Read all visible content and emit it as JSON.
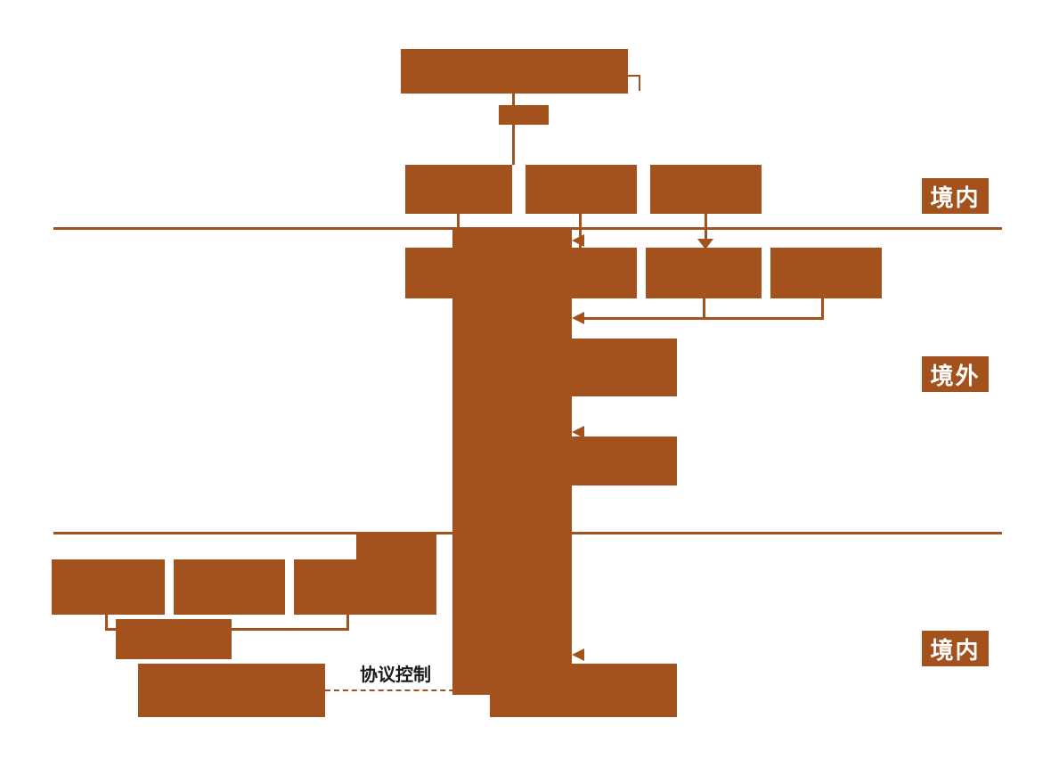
{
  "diagram": {
    "region_labels": {
      "top": "境内",
      "middle": "境外",
      "bottom": "境内"
    },
    "annotations": {
      "control_label": "协议控制"
    },
    "colors": {
      "shape_fill": "#A3521D",
      "region_label_text": "#FFFFFF",
      "annotation_text": "#1A1A1A",
      "background": "#FFFFFF"
    }
  }
}
